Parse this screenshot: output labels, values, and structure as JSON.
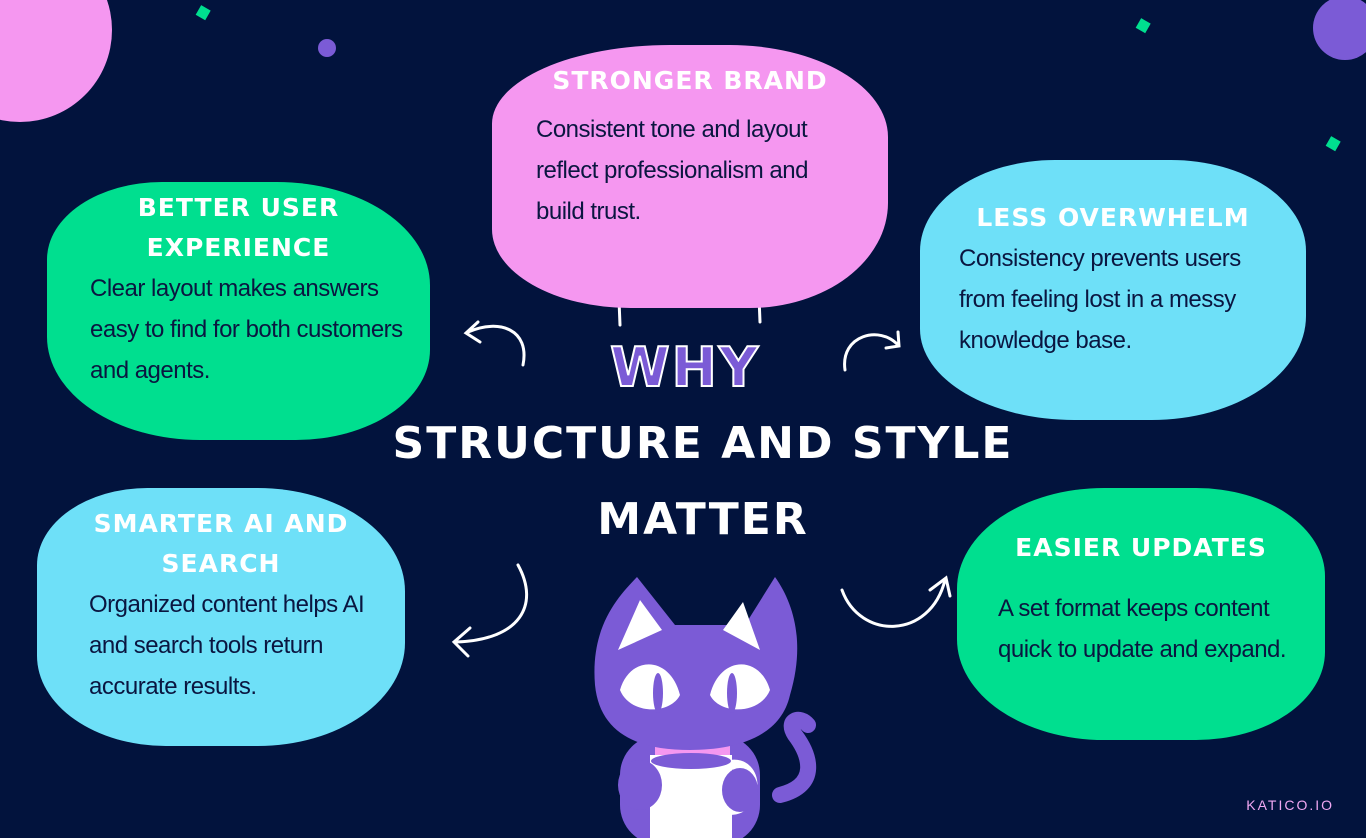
{
  "title": {
    "why": "WHY",
    "line1": "STRUCTURE AND STYLE",
    "line2": "MATTER"
  },
  "cards": [
    {
      "heading": "STRONGER BRAND",
      "text": "Consistent tone and layout reflect professionalism and build trust.",
      "color": "#f597f0"
    },
    {
      "heading": "BETTER USER EXPERIENCE",
      "text": "Clear layout makes answers easy to find for both customers and agents.",
      "color": "#00df8f"
    },
    {
      "heading": "LESS OVERWHELM",
      "text": "Consistency prevents users from feeling lost in a messy knowledge base.",
      "color": "#6ee0f8"
    },
    {
      "heading": "SMARTER AI AND SEARCH",
      "text": "Organized content helps AI and search tools return accurate results.",
      "color": "#6ee0f8"
    },
    {
      "heading": "EASIER UPDATES",
      "text": "A set format keeps content quick to update and expand.",
      "color": "#00df8f"
    }
  ],
  "footer": "KATICO.IO",
  "colors": {
    "background": "#02133d",
    "purple": "#7b5bd6",
    "pink": "#f597f0"
  }
}
